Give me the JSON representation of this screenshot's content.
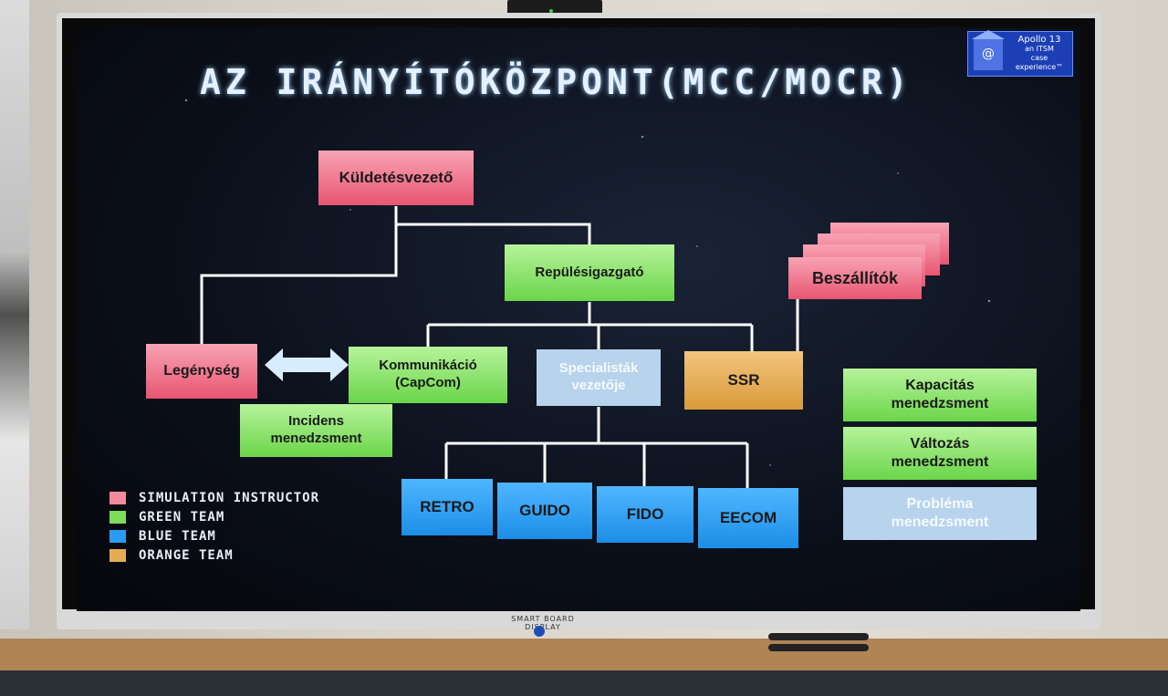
{
  "slide": {
    "title": "AZ IRÁNYÍTÓKÖZPONT(MCC/MOCR)",
    "logo": {
      "line1": "Apollo 13",
      "line2": "an ITSM",
      "line3": "case",
      "line4": "experience™",
      "icon": "at-house-icon"
    }
  },
  "org_chart": {
    "kuldetesvezeto": "Küldetésvezető",
    "repulesigazgato": "Repülésigazgató",
    "beszallitok": "Beszállítók",
    "legenyseg": "Legénység",
    "kommunikacio": {
      "line1": "Kommunikáció",
      "line2": "(CapCom)"
    },
    "specialistak": {
      "line1": "Specialisták",
      "line2": "vezetője"
    },
    "ssr": "SSR",
    "incidens": {
      "line1": "Incidens",
      "line2": "menedzsment"
    },
    "retro": "RETRO",
    "guido": "GUIDO",
    "fido": "FIDO",
    "eecom": "EECOM",
    "kapacitas": {
      "line1": "Kapacitás",
      "line2": "menedzsment"
    },
    "valtozas": {
      "line1": "Változás",
      "line2": "menedzsment"
    },
    "problema": {
      "line1": "Probléma",
      "line2": "menedzsment"
    }
  },
  "legend": [
    {
      "label": "SIMULATION INSTRUCTOR",
      "color": "#f08a9c"
    },
    {
      "label": "GREEN TEAM",
      "color": "#7ddc5a"
    },
    {
      "label": "BLUE TEAM",
      "color": "#2a9cf0"
    },
    {
      "label": "ORANGE TEAM",
      "color": "#e3ad55"
    }
  ],
  "monitor": {
    "brand": "SMART BOARD DISPLAY"
  },
  "colors": {
    "pink": "#e85571",
    "green": "#6bd54a",
    "blue": "#1c8ee6",
    "orange": "#d99a3a",
    "pale": "#b8d3ec"
  }
}
